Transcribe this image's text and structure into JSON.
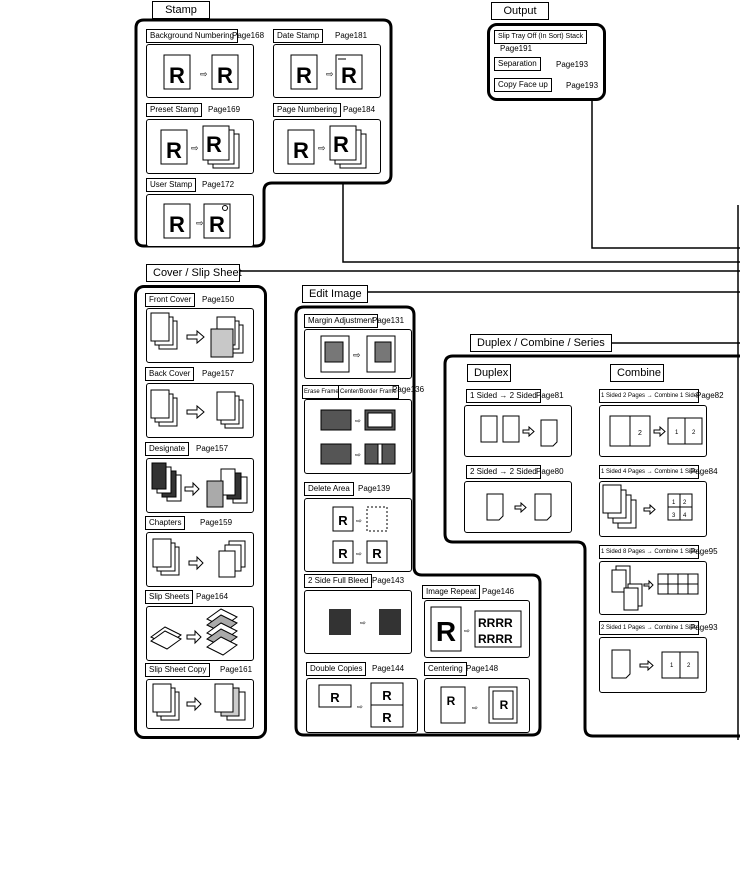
{
  "sections": {
    "stamp": "Stamp",
    "output": "Output",
    "cover_slip": "Cover / Slip Sheet",
    "edit_image": "Edit Image",
    "duplex_combine_series": "Duplex / Combine / Series",
    "duplex": "Duplex",
    "combine": "Combine"
  },
  "stamp": {
    "background_numbering": {
      "label": "Background Numbering",
      "ref": "Page168"
    },
    "date_stamp": {
      "label": "Date Stamp",
      "ref": "Page181"
    },
    "preset_stamp": {
      "label": "Preset Stamp",
      "ref": "Page169"
    },
    "page_numbering": {
      "label": "Page Numbering",
      "ref": "Page184"
    },
    "user_stamp": {
      "label": "User Stamp",
      "ref": "Page172"
    }
  },
  "output": {
    "slip_tray": {
      "label": "Slip Tray Off (In Sort) Stack",
      "ref": "Page191"
    },
    "separation": {
      "label": "Separation",
      "ref": "Page193"
    },
    "copy_face_up": {
      "label": "Copy Face up",
      "ref": "Page193"
    }
  },
  "cover": {
    "front_cover": {
      "label": "Front Cover",
      "ref": "Page150"
    },
    "back_cover": {
      "label": "Back Cover",
      "ref": "Page157"
    },
    "designate": {
      "label": "Designate",
      "ref": "Page157"
    },
    "chapters": {
      "label": "Chapters",
      "ref": "Page159"
    },
    "slip_sheets": {
      "label": "Slip Sheets",
      "ref": "Page164"
    },
    "slip_sheet_copy": {
      "label": "Slip Sheet Copy",
      "ref": "Page161"
    }
  },
  "edit": {
    "margin_adjustment": {
      "label": "Margin Adjustment",
      "ref": "Page131"
    },
    "erase_frame": {
      "label": "Erase Frame",
      "label2": "Center/Border Frame",
      "ref": "Page136"
    },
    "delete_area": {
      "label": "Delete Area",
      "ref": "Page139"
    },
    "side_full_bleed": {
      "label": "2 Side Full Bleed",
      "ref": "Page143"
    },
    "double_copies": {
      "label": "Double Copies",
      "ref": "Page144"
    },
    "image_repeat": {
      "label": "Image Repeat",
      "ref": "Page146"
    },
    "centering": {
      "label": "Centering",
      "ref": "Page148"
    }
  },
  "duplex": {
    "one_to_two": {
      "label": "1 Sided → 2 Sided",
      "ref": "Page81"
    },
    "two_to_two": {
      "label": "2 Sided → 2 Sided",
      "ref": "Page80"
    }
  },
  "combine": {
    "c1": {
      "label": "1 Sided 2 Pages → Combine 1 Side",
      "ref": "Page82"
    },
    "c2": {
      "label": "1 Sided 4 Pages → Combine 1 Side",
      "ref": "Page84"
    },
    "c3": {
      "label": "1 Sided 8 Pages → Combine 1 Side",
      "ref": "Page95"
    },
    "c4": {
      "label": "2 Sided 1 Pages → Combine 1 Side",
      "ref": "Page93"
    }
  }
}
